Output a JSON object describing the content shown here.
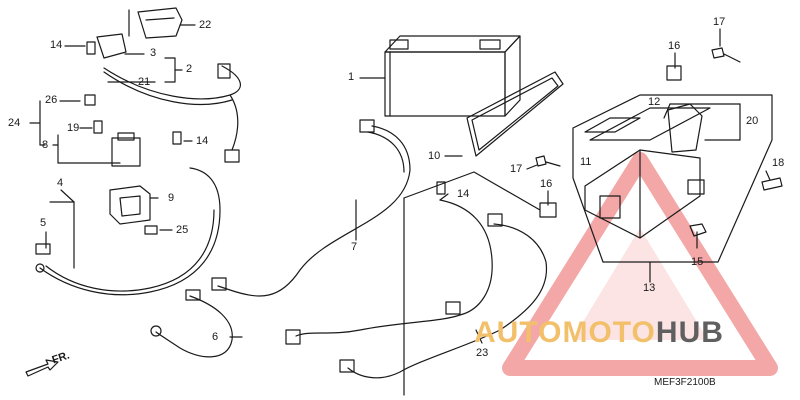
{
  "diagram": {
    "code": "MEF3F2100B",
    "direction_label": "FR.",
    "labels": {
      "l1": "1",
      "l2": "2",
      "l3": "3",
      "l4": "4",
      "l5": "5",
      "l6": "6",
      "l7": "7",
      "l8": "8",
      "l9": "9",
      "l10": "10",
      "l11": "11",
      "l12": "12",
      "l13": "13",
      "l14a": "14",
      "l14b": "14",
      "l14c": "14",
      "l15": "15",
      "l16a": "16",
      "l16b": "16",
      "l17a": "17",
      "l17b": "17",
      "l18": "18",
      "l19": "19",
      "l20": "20",
      "l21": "21",
      "l22": "22",
      "l23": "23",
      "l24": "24",
      "l25": "25",
      "l26": "26"
    }
  },
  "watermark": {
    "part1": "AUTOMOTO",
    "part2": "HUB",
    "color_main": "#f2c06b",
    "color_dark": "#5f5f5f",
    "triangle_color": "#f08a8a"
  }
}
